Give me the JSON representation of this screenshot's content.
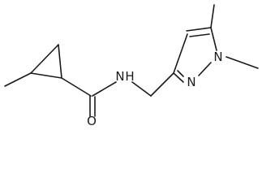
{
  "structure": {
    "atoms": [
      {
        "id": "N_amide",
        "label": "N",
        "hydrogen_label": "H"
      },
      {
        "id": "O_carbonyl",
        "label": "O"
      },
      {
        "id": "N1_pyrazole",
        "label": "N"
      },
      {
        "id": "N2_pyrazole",
        "label": "N"
      }
    ]
  }
}
